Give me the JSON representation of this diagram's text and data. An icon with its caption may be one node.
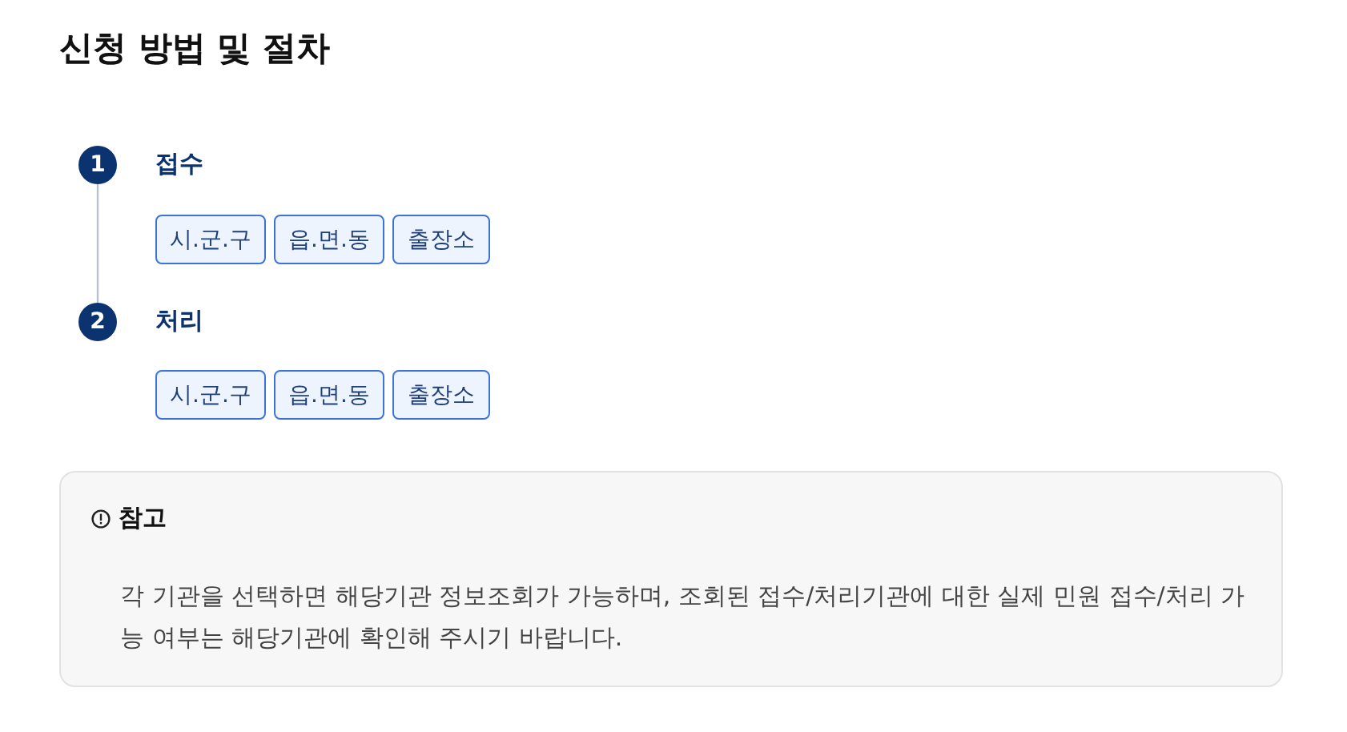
{
  "diagram": {
    "title": "신청 방법 및 절차",
    "nodes": [
      {
        "text": [
          "1"
        ],
        "beside": [
          "접수"
        ]
      },
      {
        "text": [
          "시.군.구"
        ]
      },
      {
        "text": [
          "읍.면.동"
        ]
      },
      {
        "text": [
          "출장소"
        ]
      },
      {
        "text": [
          "2"
        ],
        "beside": [
          "처리"
        ]
      },
      {
        "text": [
          "시.군.구"
        ]
      },
      {
        "text": [
          "읍.면.동"
        ]
      },
      {
        "text": [
          "출장소"
        ]
      },
      {
        "text": [
          "참고",
          "각 기관을 선택하면 해당기관 정보조회가 가능하며, 조회된 접수/처리기관에 대한 실제 민원 접수/처리 가능 여부는 해당기관에 확인해 주시기 바랍니다."
        ]
      }
    ],
    "edges": [
      {
        "from": 0,
        "to": 4,
        "arrow": "none"
      }
    ]
  }
}
